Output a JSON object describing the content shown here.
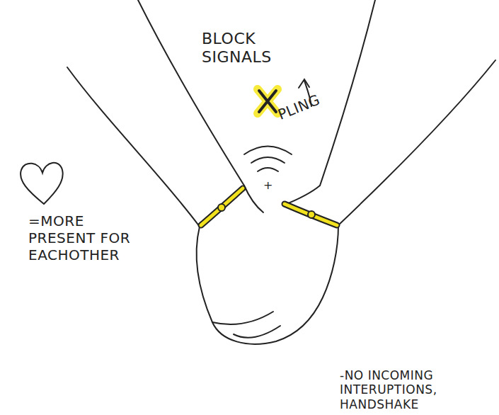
{
  "diagram": {
    "labels": [
      "BLOCK SIGNALS",
      "PLING",
      "+",
      "=MORE PRESENT FOR EACHOTHER",
      "-NO INCOMING INTERUPTIONS, HANDSHAKE"
    ]
  }
}
